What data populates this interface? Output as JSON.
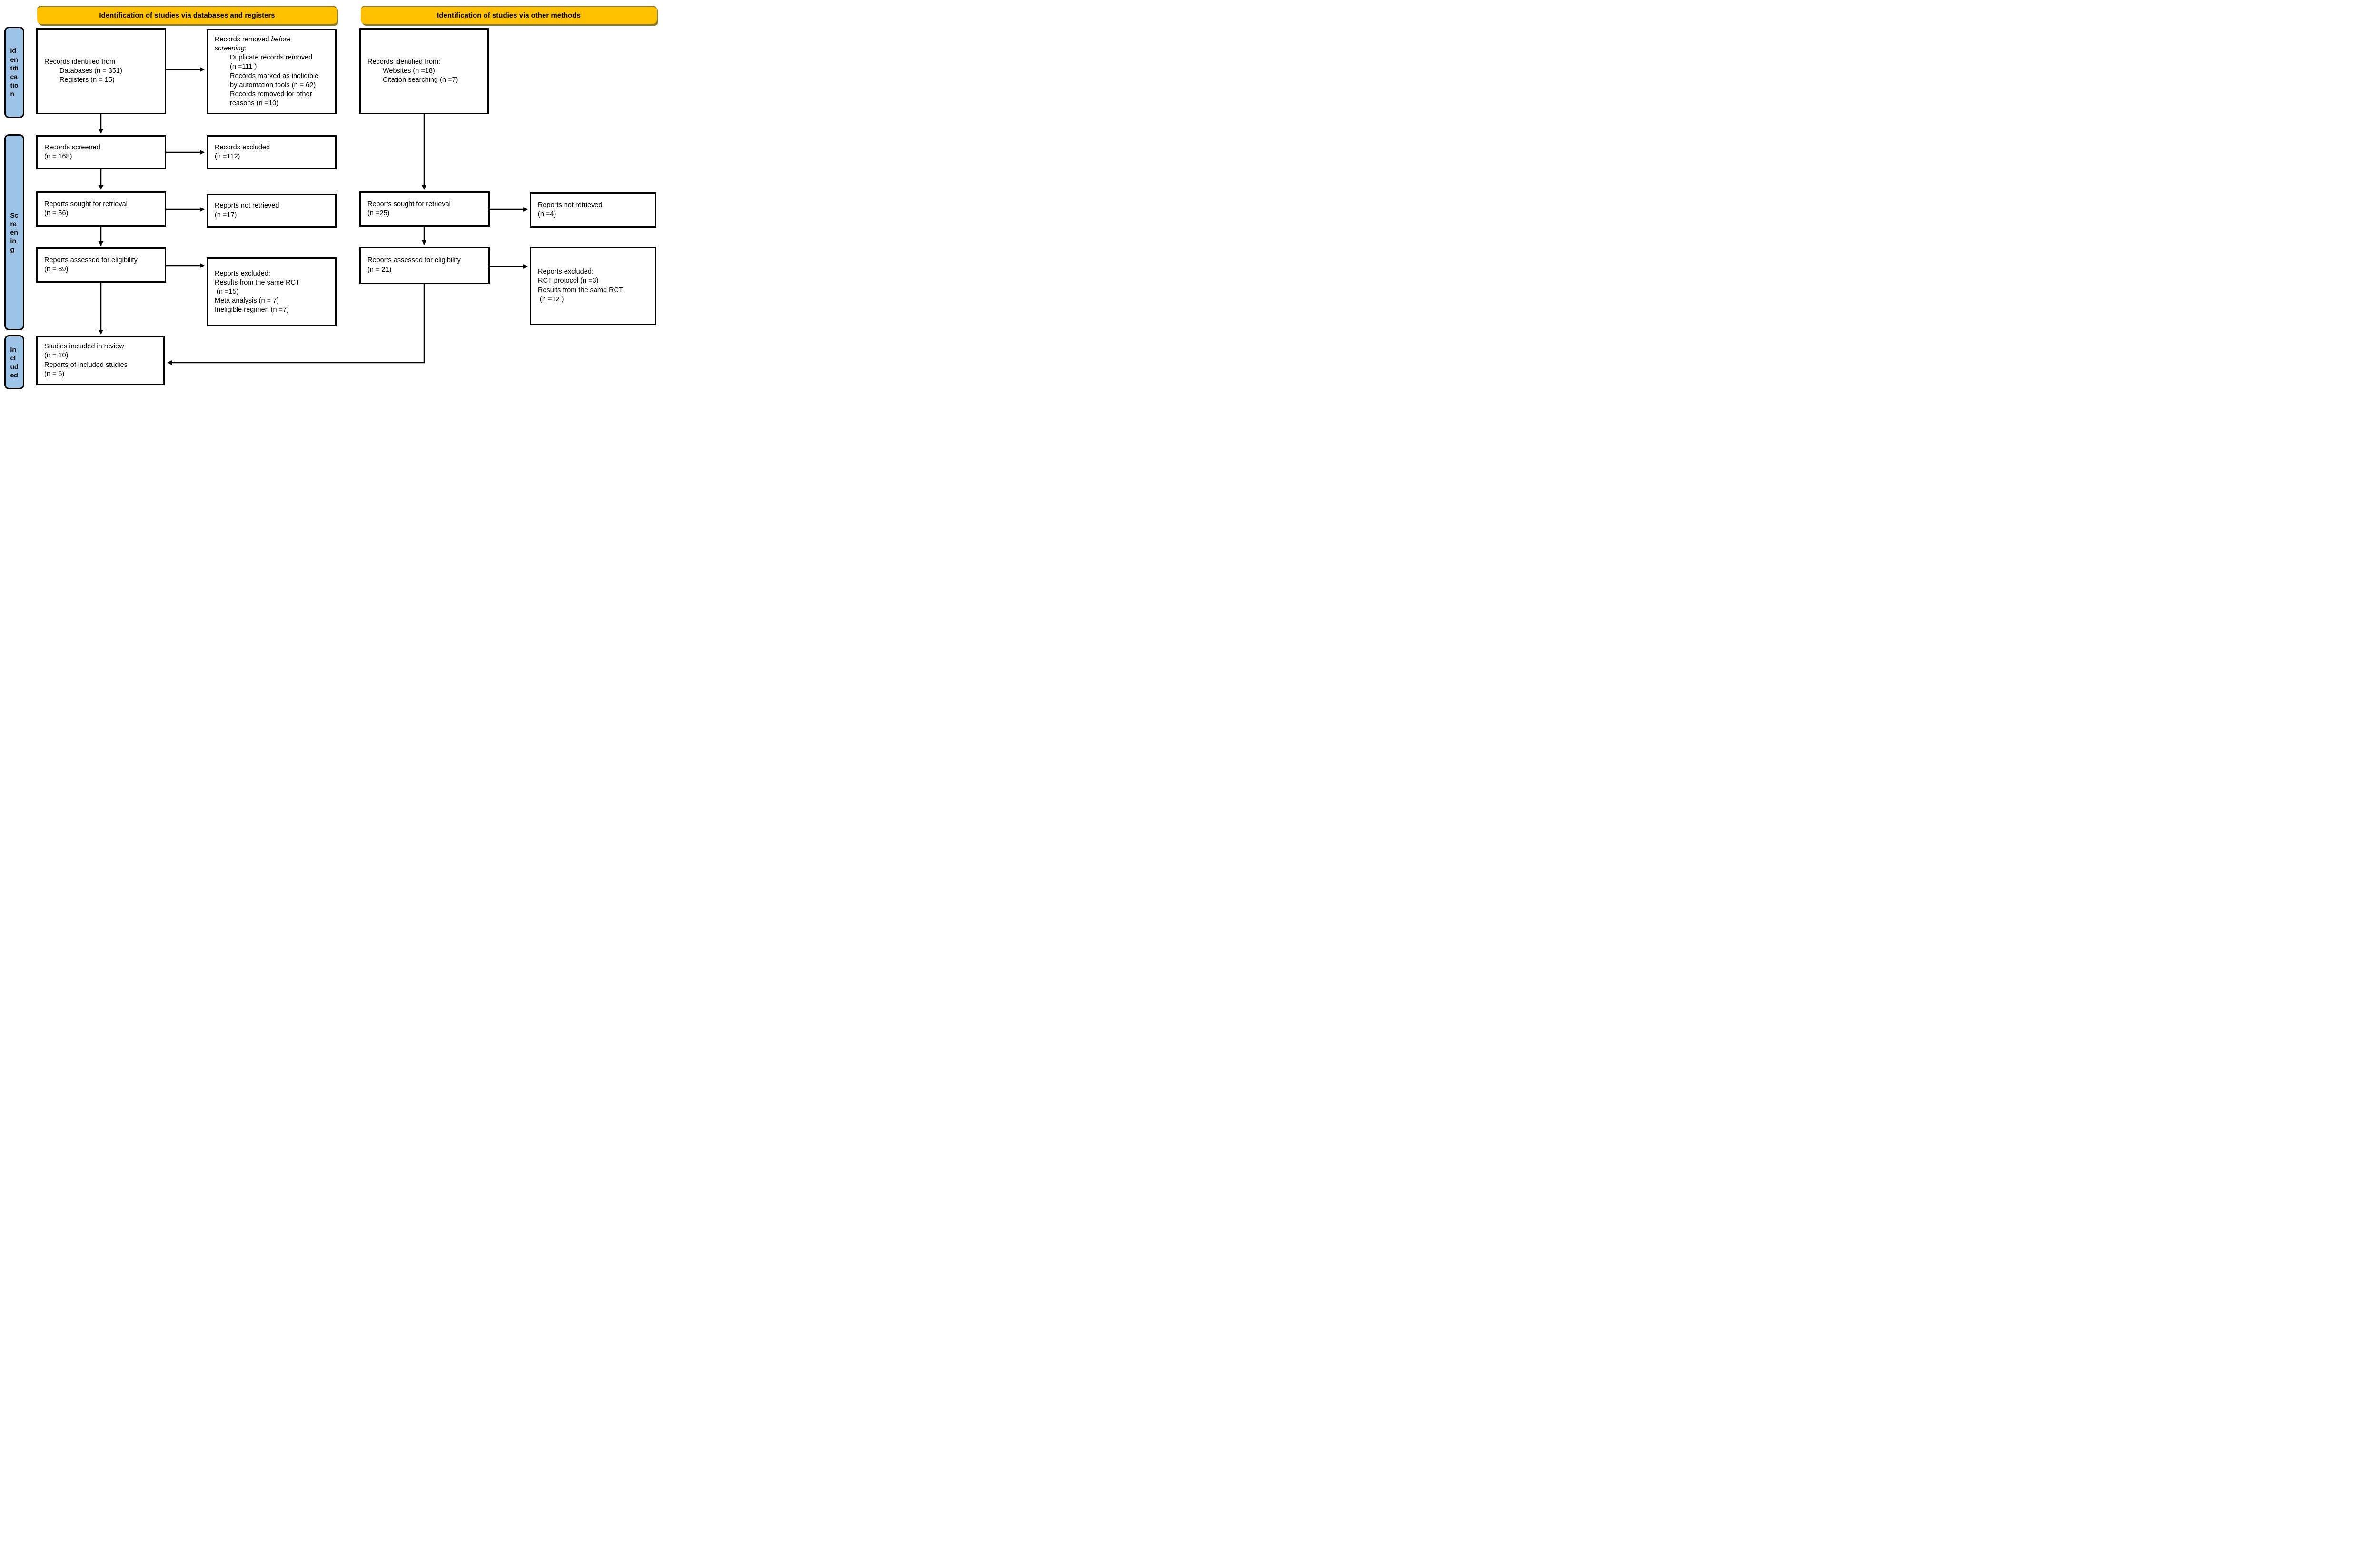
{
  "headers": {
    "databases": "Identification of studies via databases and registers",
    "other": "Identification of studies via other methods"
  },
  "stages": {
    "identification": "Id\nen\ntifi\nca\ntio\nn",
    "screening": "Sc\nre\nen\nin\ng",
    "included": "In\ncl\nud\ned"
  },
  "database_branch": {
    "identified": {
      "title": "Records identified from",
      "detail": "Databases (n = 351)\nRegisters (n = 15)"
    },
    "removed": {
      "title_plain": "Records removed ",
      "title_italic": "before\nscreening",
      "title_suffix": ":",
      "detail": "Duplicate records removed\n(n =111 )\nRecords marked as ineligible\nby automation tools (n = 62)\nRecords removed for other\nreasons (n =10)"
    },
    "screened": {
      "text": "Records screened\n(n = 168)"
    },
    "records_excluded": {
      "text": "Records excluded\n(n =112)"
    },
    "sought": {
      "text": "Reports sought for retrieval\n(n = 56)"
    },
    "not_retrieved": {
      "text": "Reports not retrieved\n(n =17)"
    },
    "assessed": {
      "text": "Reports assessed for eligibility\n(n = 39)"
    },
    "reports_excluded": {
      "text": "Reports excluded:\nResults from the same RCT\n (n =15)\nMeta analysis (n = 7)\nIneligible regimen (n =7)"
    }
  },
  "other_branch": {
    "identified": {
      "title": "Records identified from:",
      "detail": "Websites (n =18)\nCitation searching (n =7)"
    },
    "sought": {
      "text": "Reports sought for retrieval\n(n =25)"
    },
    "not_retrieved": {
      "text": "Reports not retrieved\n(n =4)"
    },
    "assessed": {
      "text": "Reports assessed for eligibility\n(n = 21)"
    },
    "reports_excluded": {
      "text": "Reports excluded:\nRCT protocol (n =3)\nResults from the same RCT\n (n =12 )"
    }
  },
  "included_box": {
    "text": "Studies included in review\n(n = 10)\nReports of included studies\n(n = 6)"
  },
  "colors": {
    "header_bg": "#FFC000",
    "header_shadow": "#8D7A26",
    "stage_bg": "#9DC3E6",
    "border": "#000000"
  }
}
